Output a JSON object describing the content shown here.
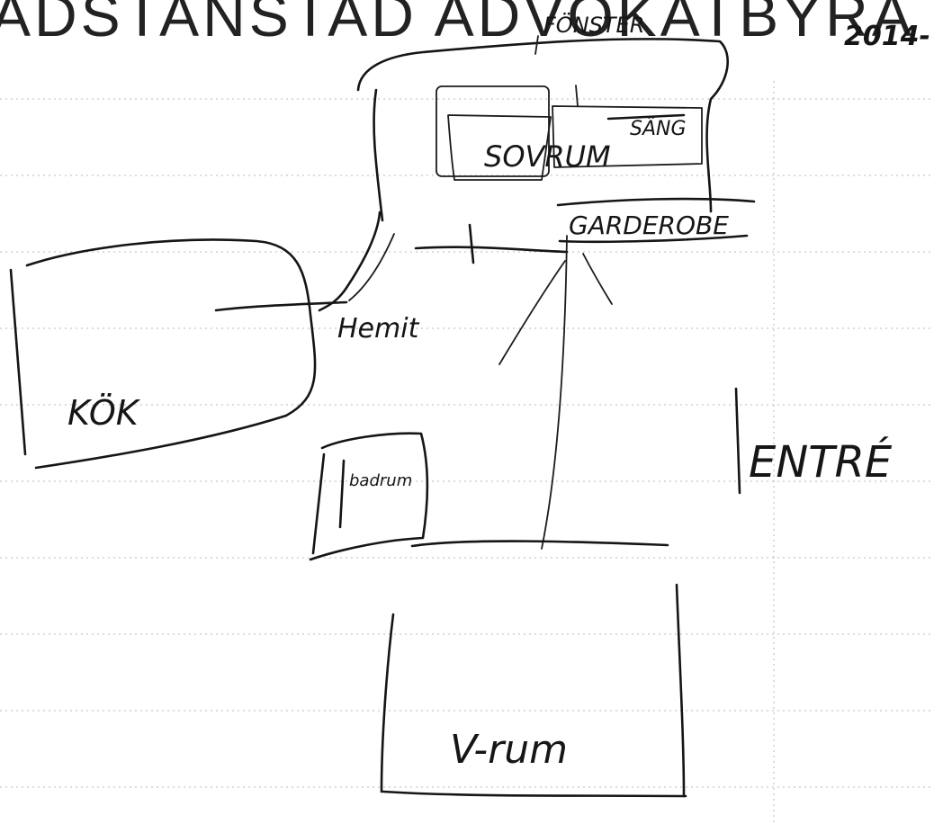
{
  "letterhead": {
    "text": "ADSTANSTAD ADVOKATBYRA"
  },
  "date": "2014-",
  "labels": {
    "fonster": "FÖNSTER",
    "sovrum": "SOVRUM",
    "sang": "SÄNG",
    "garderober": "GARDEROBE",
    "hemit": "Hemit",
    "kok": "KÖK",
    "badrum": "badrum",
    "entre": "ENTRÉ",
    "vrum": "V-rum"
  }
}
